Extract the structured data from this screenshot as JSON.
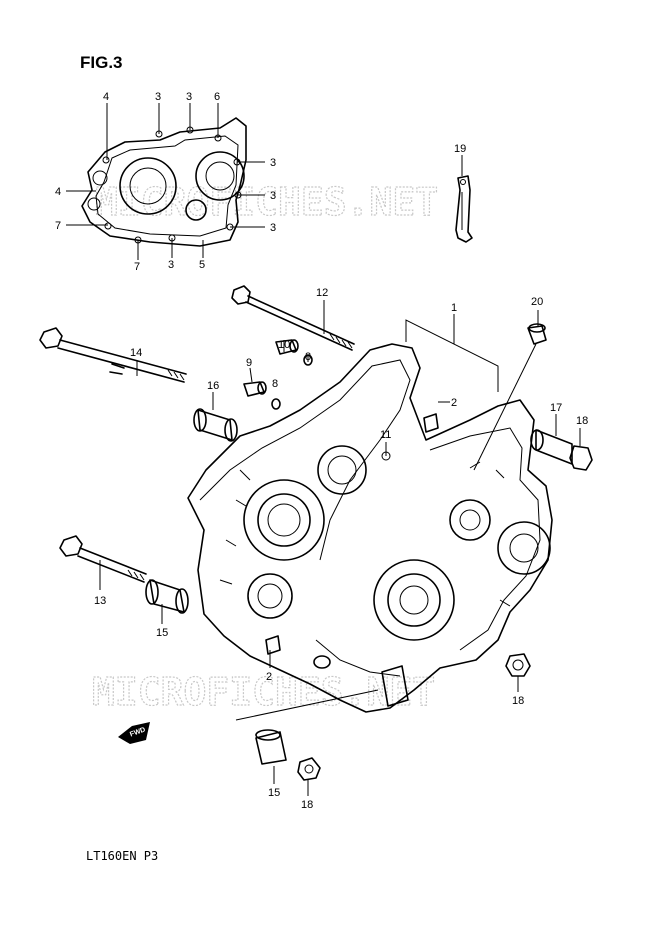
{
  "figure_title": "FIG.3",
  "footer_code": "LT160EN P3",
  "watermark": "MICROFICHES.NET",
  "direction_label": "FWD",
  "callouts": {
    "c1": "1",
    "c2a": "2",
    "c2b": "2",
    "c3a": "3",
    "c3b": "3",
    "c3c": "3",
    "c3d": "3",
    "c3e": "3",
    "c3f": "3",
    "c4a": "4",
    "c4b": "4",
    "c5": "5",
    "c6": "6",
    "c7a": "7",
    "c7b": "7",
    "c8a": "8",
    "c8b": "8",
    "c9": "9",
    "c10": "10",
    "c11": "11",
    "c12": "12",
    "c13": "13",
    "c14": "14",
    "c15a": "15",
    "c15b": "15",
    "c16": "16",
    "c17": "17",
    "c18a": "18",
    "c18b": "18",
    "c18c": "18",
    "c19": "19",
    "c20": "20"
  }
}
